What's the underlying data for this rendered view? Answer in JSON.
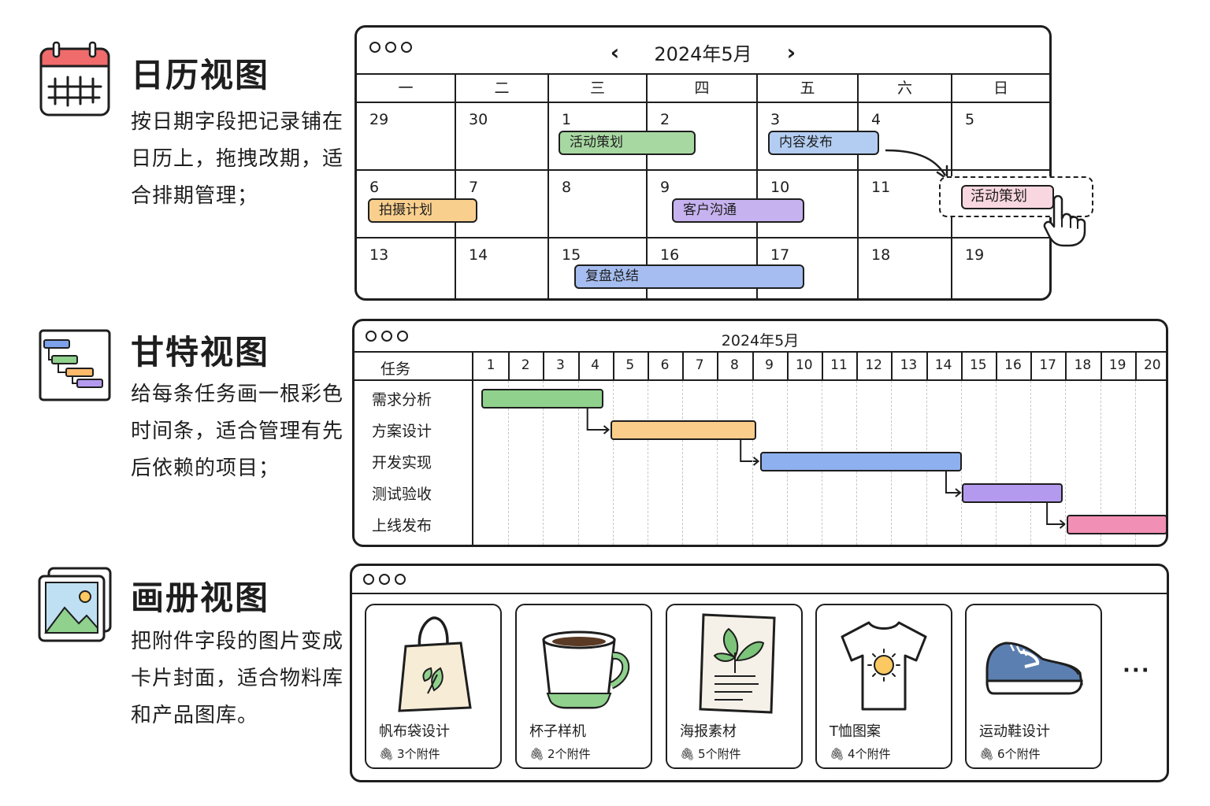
{
  "sections": {
    "calendar": {
      "title": "日历视图",
      "desc": "按日期字段把记录铺在日历上，拖拽改期，适合排期管理；"
    },
    "gantt": {
      "title": "甘特视图",
      "desc": "给每条任务画一根彩色时间条，适合管理有先后依赖的项目；"
    },
    "gallery": {
      "title": "画册视图",
      "desc": "把附件字段的图片变成卡片封面，适合物料库和产品图库。"
    }
  },
  "calendar": {
    "month_label": "2024年5月",
    "prev_icon": "chevron-left-icon",
    "next_icon": "chevron-right-icon",
    "weekdays": [
      "一",
      "二",
      "三",
      "四",
      "五",
      "六",
      "日"
    ],
    "weeks": [
      [
        "29",
        "30",
        "1",
        "2",
        "3",
        "4",
        "5"
      ],
      [
        "6",
        "7",
        "8",
        "9",
        "10",
        "11",
        ""
      ],
      [
        "13",
        "14",
        "15",
        "16",
        "17",
        "18",
        "19"
      ]
    ],
    "events": [
      {
        "label": "活动策划",
        "color": "#a8d8a2"
      },
      {
        "label": "内容发布",
        "color": "#b3cdf2"
      },
      {
        "label": "拍摄计划",
        "color": "#f9cf8e"
      },
      {
        "label": "客户沟通",
        "color": "#c6b2ef"
      },
      {
        "label": "复盘总结",
        "color": "#a5bdf0"
      }
    ],
    "dragging_event": {
      "label": "活动策划",
      "color": "#f9d7e1"
    },
    "cursor_icon": "hand-pointer-icon"
  },
  "gantt": {
    "month_label": "2024年5月",
    "task_header": "任务",
    "days": [
      "1",
      "2",
      "3",
      "4",
      "5",
      "6",
      "7",
      "8",
      "9",
      "10",
      "11",
      "12",
      "13",
      "14",
      "15",
      "16",
      "17",
      "18",
      "19",
      "20"
    ],
    "tasks": [
      {
        "name": "需求分析",
        "start": 1,
        "end": 4.5,
        "color": "#8fd18d"
      },
      {
        "name": "方案设计",
        "start": 4.7,
        "end": 8.9,
        "color": "#fbcd8a"
      },
      {
        "name": "开发实现",
        "start": 9.0,
        "end": 14.8,
        "color": "#8fb0ee"
      },
      {
        "name": "测试验收",
        "start": 14.8,
        "end": 17.7,
        "color": "#b49aef"
      },
      {
        "name": "上线发布",
        "start": 17.8,
        "end": 20.7,
        "color": "#f28fb4"
      }
    ]
  },
  "gallery": {
    "cards": [
      {
        "title": "帆布袋设计",
        "attachments": "3个附件",
        "icon": "tote-bag-icon"
      },
      {
        "title": "杯子样机",
        "attachments": "2个附件",
        "icon": "coffee-cup-icon"
      },
      {
        "title": "海报素材",
        "attachments": "5个附件",
        "icon": "poster-icon"
      },
      {
        "title": "T恤图案",
        "attachments": "4个附件",
        "icon": "tshirt-icon"
      },
      {
        "title": "运动鞋设计",
        "attachments": "6个附件",
        "icon": "sneaker-icon"
      }
    ],
    "more_label": "···"
  }
}
